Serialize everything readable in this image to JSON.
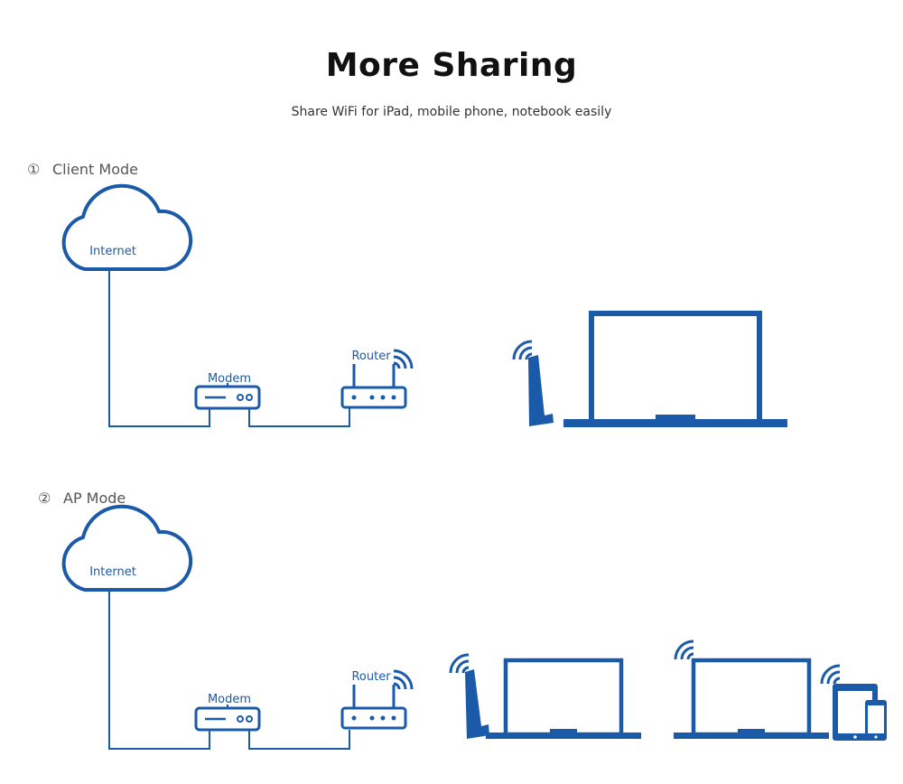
{
  "header": {
    "title": "More Sharing",
    "subtitle": "Share WiFi for iPad, mobile phone, notebook easily"
  },
  "modes": [
    {
      "number": "①",
      "name": "Client Mode",
      "labels": {
        "cloud": "Internet",
        "modem": "Modem",
        "router": "Router"
      }
    },
    {
      "number": "②",
      "name": "AP Mode",
      "labels": {
        "cloud": "Internet",
        "modem": "Modem",
        "router": "Router"
      }
    }
  ],
  "colors": {
    "primary": "#1a5aa8",
    "line": "#1a5aa8"
  }
}
